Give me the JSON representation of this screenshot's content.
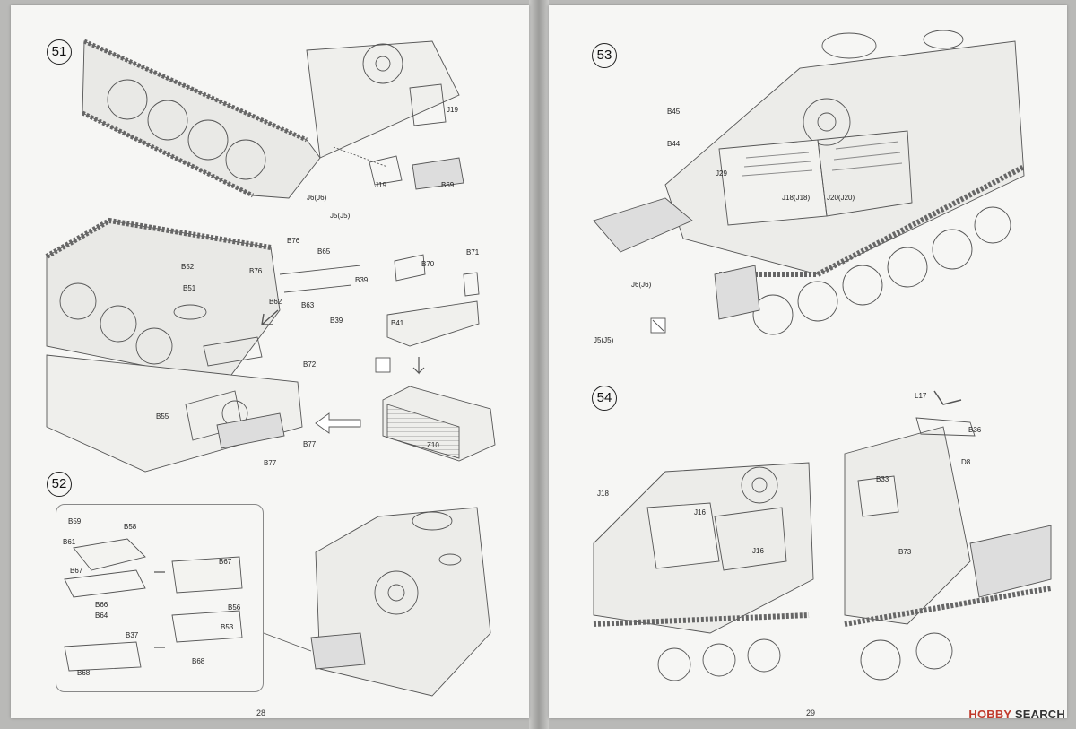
{
  "pages": {
    "left": {
      "number": "28",
      "steps": {
        "s51": "51",
        "s52": "52"
      },
      "labels": {
        "J19a": "J19",
        "J19b": "J19",
        "B69": "B69",
        "J6": "J6(J6)",
        "J5": "J5(J5)",
        "B76a": "B76",
        "B65": "B65",
        "B52": "B52",
        "B76b": "B76",
        "B39a": "B39",
        "B51": "B51",
        "B62": "B62",
        "B63": "B63",
        "B39b": "B39",
        "B70": "B70",
        "B71": "B71",
        "B41": "B41",
        "B72": "B72",
        "B55": "B55",
        "B77a": "B77",
        "B77b": "B77",
        "Z10": "Z10",
        "B59": "B59",
        "B58": "B58",
        "B61": "B61",
        "B67a": "B67",
        "B67b": "B67",
        "B56": "B56",
        "B66": "B66",
        "B64": "B64",
        "B53": "B53",
        "B37": "B37",
        "B68a": "B68",
        "B68b": "B68"
      }
    },
    "right": {
      "number": "29",
      "steps": {
        "s53": "53",
        "s54": "54"
      },
      "labels": {
        "B45": "B45",
        "B44": "B44",
        "J29": "J29",
        "J18": "J18(J18)",
        "J20": "J20(J20)",
        "J6": "J6(J6)",
        "J5": "J5(J5)",
        "L17": "L17",
        "B36": "B36",
        "D8": "D8",
        "J18b": "J18",
        "J16a": "J16",
        "J16b": "J16",
        "B33": "B33",
        "B73": "B73"
      }
    }
  },
  "watermark": {
    "logo": "HOBBY",
    "text": "SEARCH"
  }
}
